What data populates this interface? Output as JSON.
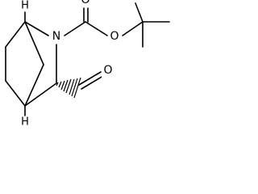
{
  "structure": {
    "atoms": {
      "nitrogen": "N",
      "ester_oxygen": "O",
      "carbonyl_oxygen": "O",
      "aldehyde_oxygen": "O",
      "bridgehead_h_top": "H",
      "bridgehead_h_bottom": "H"
    }
  }
}
